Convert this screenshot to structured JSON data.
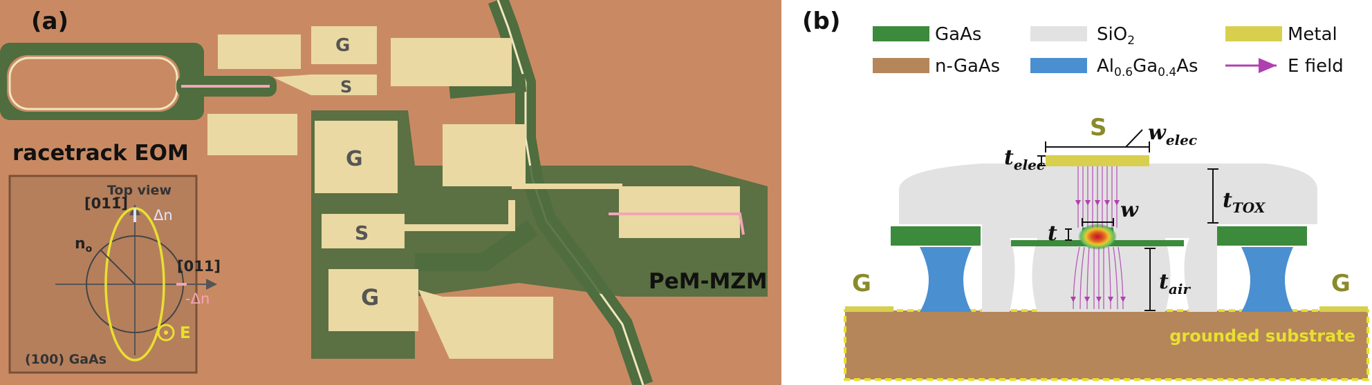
{
  "panel_a": {
    "label": "(a)",
    "device_racetrack": "racetrack EOM",
    "device_mzm": "PeM-MZM",
    "pad_g": "G",
    "pad_s": "S",
    "inset": {
      "title": "Top view",
      "axis_top": "[011̄]",
      "axis_right": "[011]",
      "delta_n_pos": "Δn",
      "delta_n_neg": "-Δn",
      "n_o": "n",
      "n_o_sub": "o",
      "field": "E",
      "material": "(100) GaAs"
    }
  },
  "panel_b": {
    "label": "(b)",
    "legend": [
      {
        "name": "GaAs",
        "color": "#3c8a3c"
      },
      {
        "name": "SiO",
        "sub": "2",
        "color": "#e2e2e2"
      },
      {
        "name": "Metal",
        "color": "#d8cf4e"
      },
      {
        "name": "n-GaAs",
        "color": "#b4865a"
      },
      {
        "name": "Al",
        "sub1": "0.6",
        "mid": "Ga",
        "sub2": "0.4",
        "tail": "As",
        "color": "#4a8fd0"
      },
      {
        "name": "E field",
        "color": "#b040b0"
      }
    ],
    "electrode_s": "S",
    "electrode_g_left": "G",
    "electrode_g_right": "G",
    "dim_w_elec": "w",
    "dim_w_elec_sub": "elec",
    "dim_t_elec": "t",
    "dim_t_elec_sub": "elec",
    "dim_t_tox": "t",
    "dim_t_tox_sub": "TOX",
    "dim_t": "t",
    "dim_w": "w",
    "dim_t_air": "t",
    "dim_t_air_sub": "air",
    "substrate": "grounded substrate"
  }
}
